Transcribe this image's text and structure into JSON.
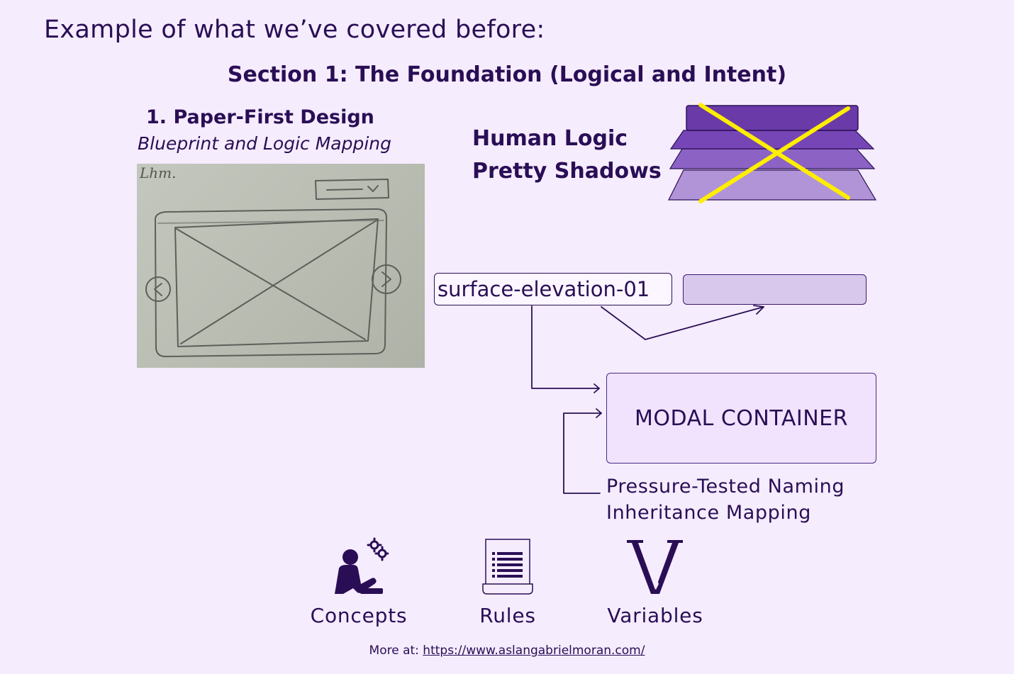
{
  "page_title": "Example of what we’ve covered before:",
  "section_title": "Section 1: The Foundation (Logical and Intent)",
  "paper_first": {
    "heading": "1. Paper-First Design",
    "caption": "Blueprint and Logic Mapping",
    "sketch_note": "Lhm."
  },
  "logic": {
    "line1": "Human Logic",
    "line2": "Pretty Shadows"
  },
  "token": {
    "name": "surface-elevation-01"
  },
  "modal": {
    "label": "MODAL CONTAINER"
  },
  "naming": {
    "line1": "Pressure-Tested Naming",
    "line2": "Inheritance Mapping"
  },
  "icons": [
    {
      "label": "Concepts",
      "icon": "concepts-icon"
    },
    {
      "label": "Rules",
      "icon": "rules-icon"
    },
    {
      "label": "Variables",
      "icon": "variables-icon"
    }
  ],
  "footer": {
    "prefix": "More at:",
    "link": "https://www.aslangabrielmoran.com/"
  },
  "colors": {
    "background": "#f5ecfe",
    "text": "#2a0e55",
    "stack_top": "#6a3aa8",
    "stack_mid": "#8c63c4",
    "stack_bottom": "#b194d8",
    "cross": "#ffee00",
    "swatch": "#d8c8ec",
    "modal": "#f1e3fd"
  }
}
